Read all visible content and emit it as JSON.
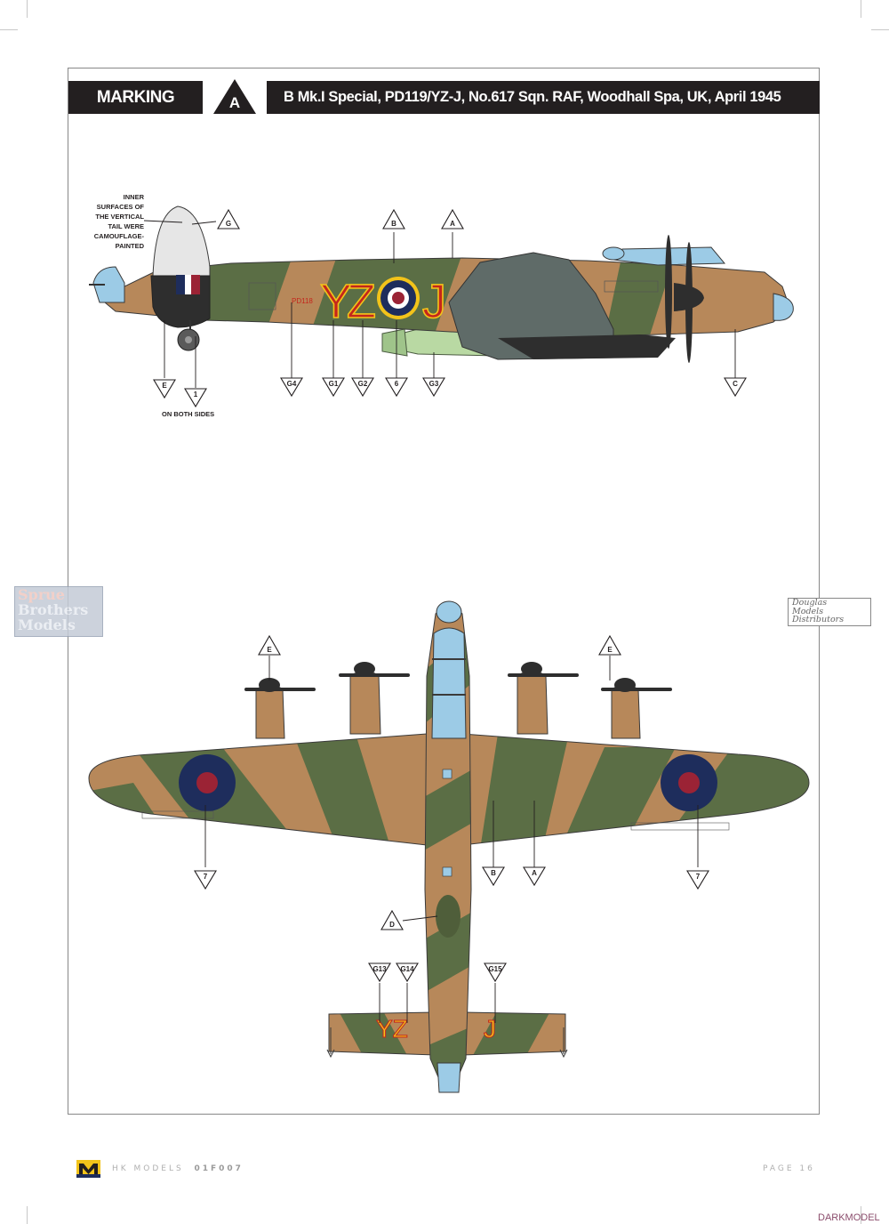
{
  "header": {
    "marking_label": "MARKING",
    "marking_letter": "A",
    "title": "B Mk.I Special, PD119/YZ-J, No.617 Sqn. RAF, Woodhall Spa, UK, April 1945"
  },
  "side_view": {
    "tail_note": "INNER SURFACES OF THE VERTICAL TAIL WERE CAMOUFLAGE-PAINTED",
    "both_sides_note": "ON BOTH SIDES",
    "serial": "PD118",
    "codes": [
      "Y",
      "Z",
      "J"
    ],
    "callouts_top": [
      "G",
      "B",
      "A"
    ],
    "callouts_bottom": [
      "E",
      "1",
      "G4",
      "G1",
      "G2",
      "6",
      "G3",
      "C"
    ]
  },
  "top_view": {
    "callouts_top": [
      "E",
      "E"
    ],
    "callouts_bottom": [
      "7",
      "B",
      "A",
      "7",
      "D",
      "G13",
      "G14",
      "G15"
    ],
    "tail_codes_left": "YZ",
    "tail_codes_right": "J"
  },
  "colors": {
    "dark_earth": "#b7885a",
    "dark_green": "#5b6e45",
    "sea_grey": "#5f6b68",
    "roundel_blue": "#1e2d5c",
    "roundel_red": "#9b2335",
    "code_red": "#c4261c",
    "code_yellow": "#f2c31a",
    "canopy_blue": "#9ccbe6",
    "bomb_green": "#b9d9a3"
  },
  "watermarks": {
    "left": [
      "Sprue",
      "Brothers",
      "Models"
    ],
    "right": [
      "Douglas",
      "Models",
      "Distributors"
    ]
  },
  "footer": {
    "brand": "HK MODELS",
    "code": "01F007",
    "page": "PAGE 16",
    "corner": "DARKMODEL"
  }
}
